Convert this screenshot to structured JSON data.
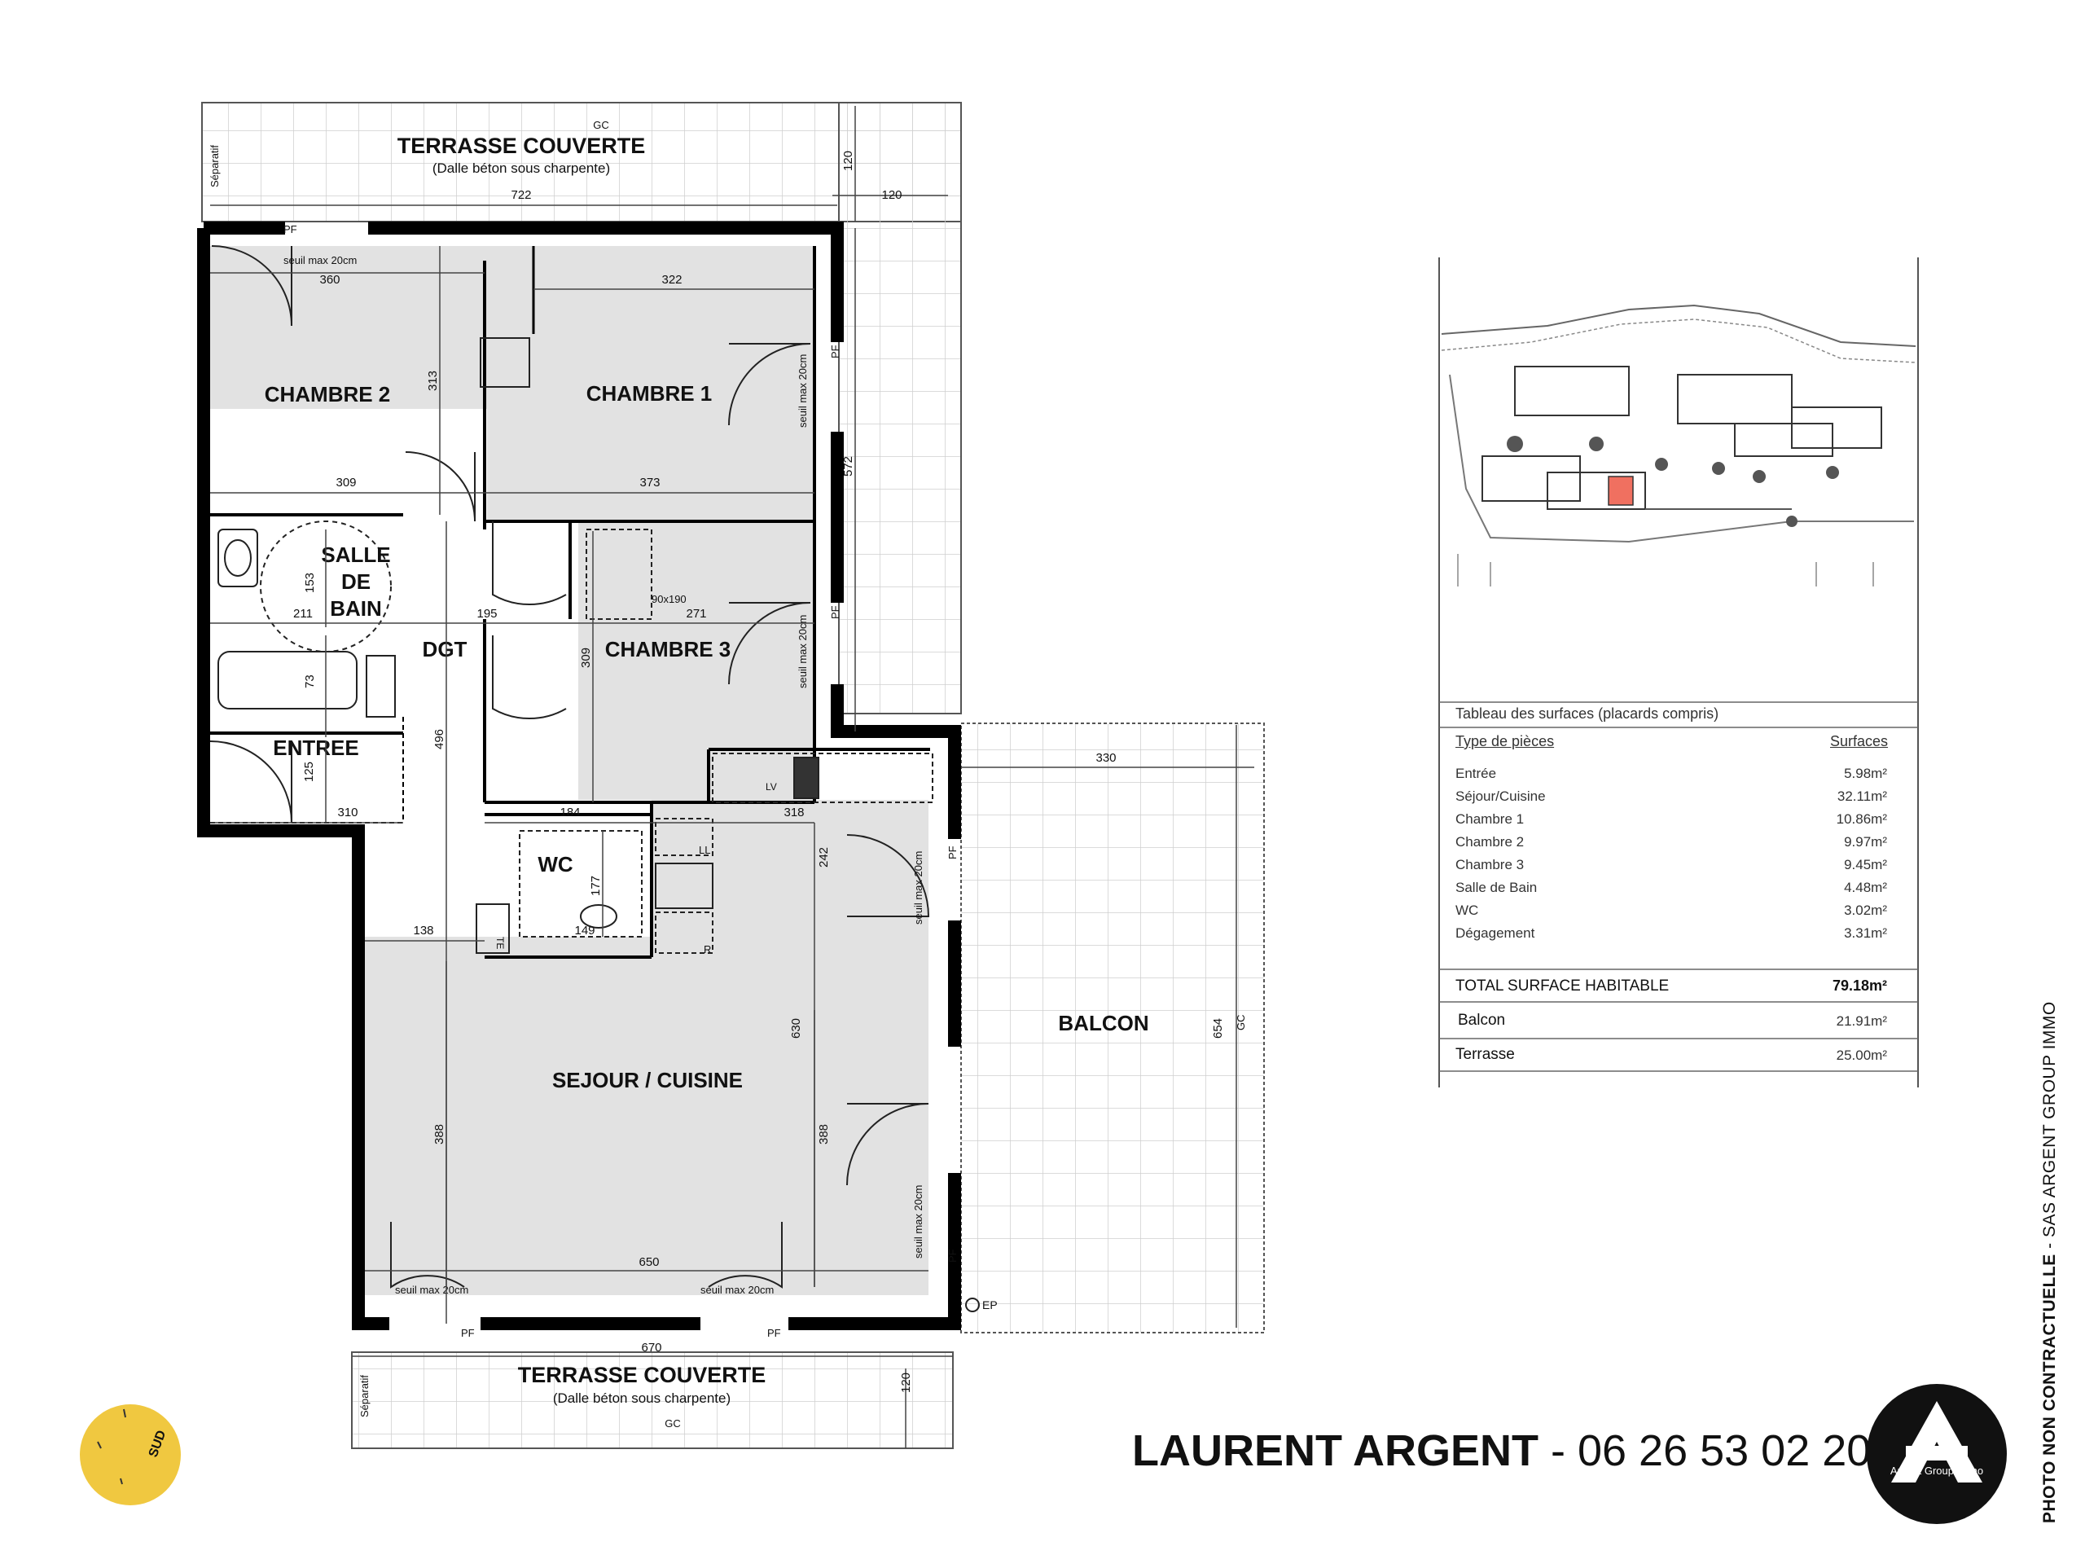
{
  "plan": {
    "rooms": {
      "chambre2": "CHAMBRE 2",
      "chambre1": "CHAMBRE 1",
      "chambre3": "CHAMBRE 3",
      "salle_de_bain": [
        "SALLE",
        "DE",
        "BAIN"
      ],
      "dgt": "DGT",
      "entree": "ENTREE",
      "wc": "WC",
      "sejour": "SEJOUR / CUISINE",
      "balcon": "BALCON"
    },
    "terrace_top": {
      "title": "TERRASSE COUVERTE",
      "subtitle": "(Dalle béton sous charpente)",
      "gc": "GC",
      "separatif": "Séparatif"
    },
    "terrace_bottom": {
      "title": "TERRASSE COUVERTE",
      "subtitle": "(Dalle béton sous charpente)",
      "gc": "GC",
      "separatif": "Séparatif"
    },
    "annotations": {
      "pf": "PF",
      "seuil": "seuil max 20cm",
      "bed": "90x190",
      "ep": "EP",
      "gc": "GC",
      "ll": "LL",
      "te": "TE",
      "r": "R",
      "lv": "LV",
      "sud": "SUD"
    },
    "dimensions": {
      "d722": "722",
      "d120a": "120",
      "d120b": "120",
      "d360": "360",
      "d322": "322",
      "d313": "313",
      "d309a": "309",
      "d373": "373",
      "d572": "572",
      "d153": "153",
      "d211": "211",
      "d195": "195",
      "d271": "271",
      "d73": "73",
      "d309b": "309",
      "d125": "125",
      "d310": "310",
      "d496": "496",
      "d184": "184",
      "d318": "318",
      "d330": "330",
      "d177": "177",
      "d138": "138",
      "d149": "149",
      "d242": "242",
      "d630": "630",
      "d654": "654",
      "d388a": "388",
      "d388b": "388",
      "d650": "650",
      "d670": "670",
      "d120c": "120"
    }
  },
  "surfaces": {
    "title": "Tableau des surfaces (placards compris)",
    "header_type": "Type de pièces",
    "header_surface": "Surfaces",
    "rows": [
      {
        "label": "Entrée",
        "value": "5.98m²"
      },
      {
        "label": "Séjour/Cuisine",
        "value": "32.11m²"
      },
      {
        "label": "Chambre 1",
        "value": "10.86m²"
      },
      {
        "label": "Chambre 2",
        "value": "9.97m²"
      },
      {
        "label": "Chambre 3",
        "value": "9.45m²"
      },
      {
        "label": "Salle de Bain",
        "value": "4.48m²"
      },
      {
        "label": "WC",
        "value": "3.02m²"
      },
      {
        "label": "Dégagement",
        "value": "3.31m²"
      }
    ],
    "total_label": "TOTAL SURFACE HABITABLE",
    "total_value": "79.18m²",
    "extras": [
      {
        "label": "Balcon",
        "value": "21.91m²"
      },
      {
        "label": "Terrasse",
        "value": "25.00m²"
      }
    ]
  },
  "contact": {
    "name": "LAURENT ARGENT",
    "separator": " - ",
    "phone": "06 26 53 02 20"
  },
  "logo": {
    "text": "Argent Group Immo"
  },
  "side_note": {
    "bold": "PHOTO NON CONTRACTUELLE",
    "rest": " - SAS ARGENT GROUP IMMO"
  },
  "colors": {
    "room_fill": "#e2e2e2",
    "site_highlight": "#f07060",
    "compass": "#f0c840",
    "logo": "#111111"
  }
}
